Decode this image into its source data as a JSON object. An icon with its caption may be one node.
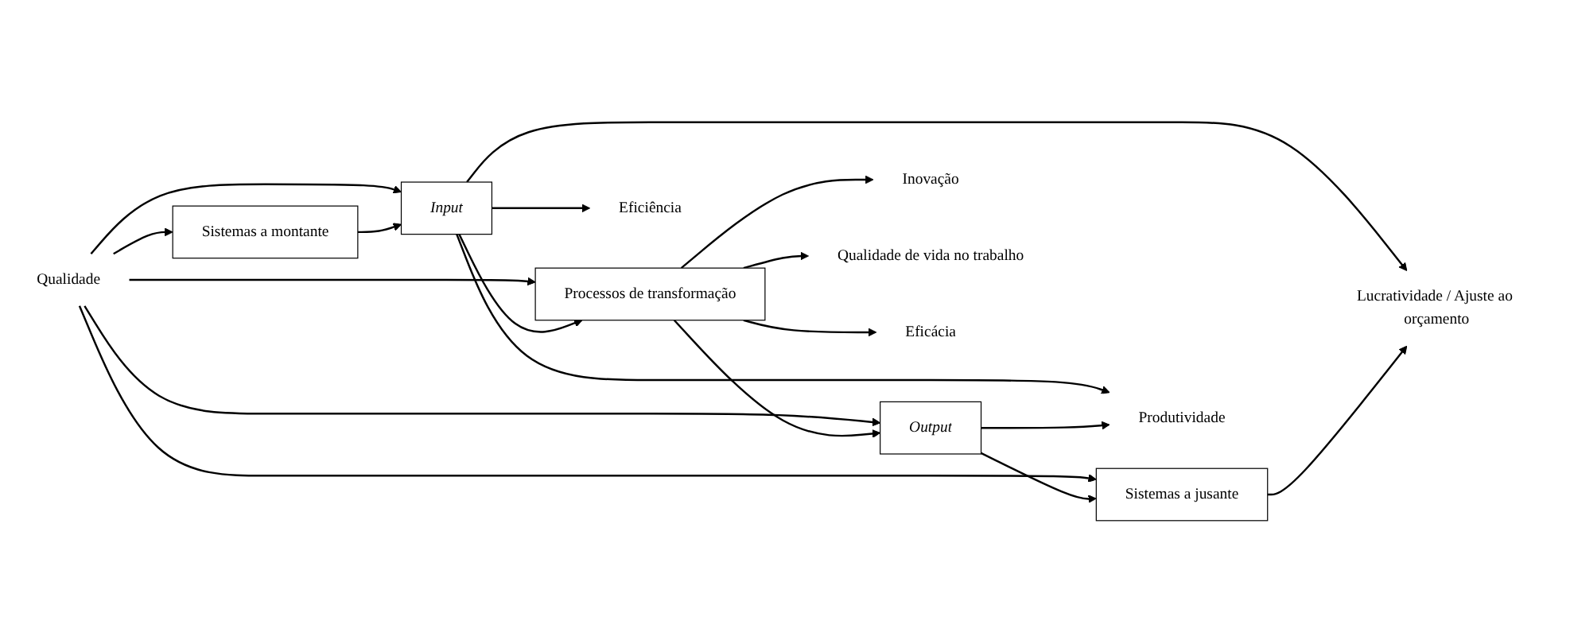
{
  "diagram": {
    "nodes": [
      {
        "text": [
          "Qualidade"
        ]
      },
      {
        "text": [
          "Sistemas a montante"
        ]
      },
      {
        "text": [
          "Input"
        ]
      },
      {
        "text": [
          "Processos de transformação"
        ]
      },
      {
        "text": [
          "Output"
        ]
      },
      {
        "text": [
          "Sistemas a jusante"
        ]
      },
      {
        "text": [
          "Eficiência"
        ]
      },
      {
        "text": [
          "Inovação"
        ]
      },
      {
        "text": [
          "Qualidade de vida no trabalho"
        ]
      },
      {
        "text": [
          "Eficácia"
        ]
      },
      {
        "text": [
          "Produtividade"
        ]
      },
      {
        "text": [
          "Lucratividade / Ajuste ao orçamento"
        ]
      }
    ],
    "edges": [
      {
        "from": 0,
        "to": 1,
        "arrow": "to"
      },
      {
        "from": 0,
        "to": 2,
        "arrow": "to"
      },
      {
        "from": 0,
        "to": 3,
        "arrow": "to"
      },
      {
        "from": 0,
        "to": 4,
        "arrow": "to"
      },
      {
        "from": 0,
        "to": 5,
        "arrow": "to"
      },
      {
        "from": 1,
        "to": 2,
        "arrow": "to"
      },
      {
        "from": 2,
        "to": 3,
        "arrow": "to"
      },
      {
        "from": 3,
        "to": 4,
        "arrow": "to"
      },
      {
        "from": 4,
        "to": 5,
        "arrow": "to"
      },
      {
        "from": 2,
        "to": 6,
        "arrow": "to"
      },
      {
        "from": 3,
        "to": 7,
        "arrow": "to"
      },
      {
        "from": 3,
        "to": 8,
        "arrow": "to"
      },
      {
        "from": 3,
        "to": 9,
        "arrow": "to"
      },
      {
        "from": 2,
        "to": 10,
        "arrow": "to"
      },
      {
        "from": 4,
        "to": 10,
        "arrow": "to"
      },
      {
        "from": 2,
        "to": 11,
        "arrow": "to"
      },
      {
        "from": 5,
        "to": 11,
        "arrow": "to"
      }
    ]
  }
}
